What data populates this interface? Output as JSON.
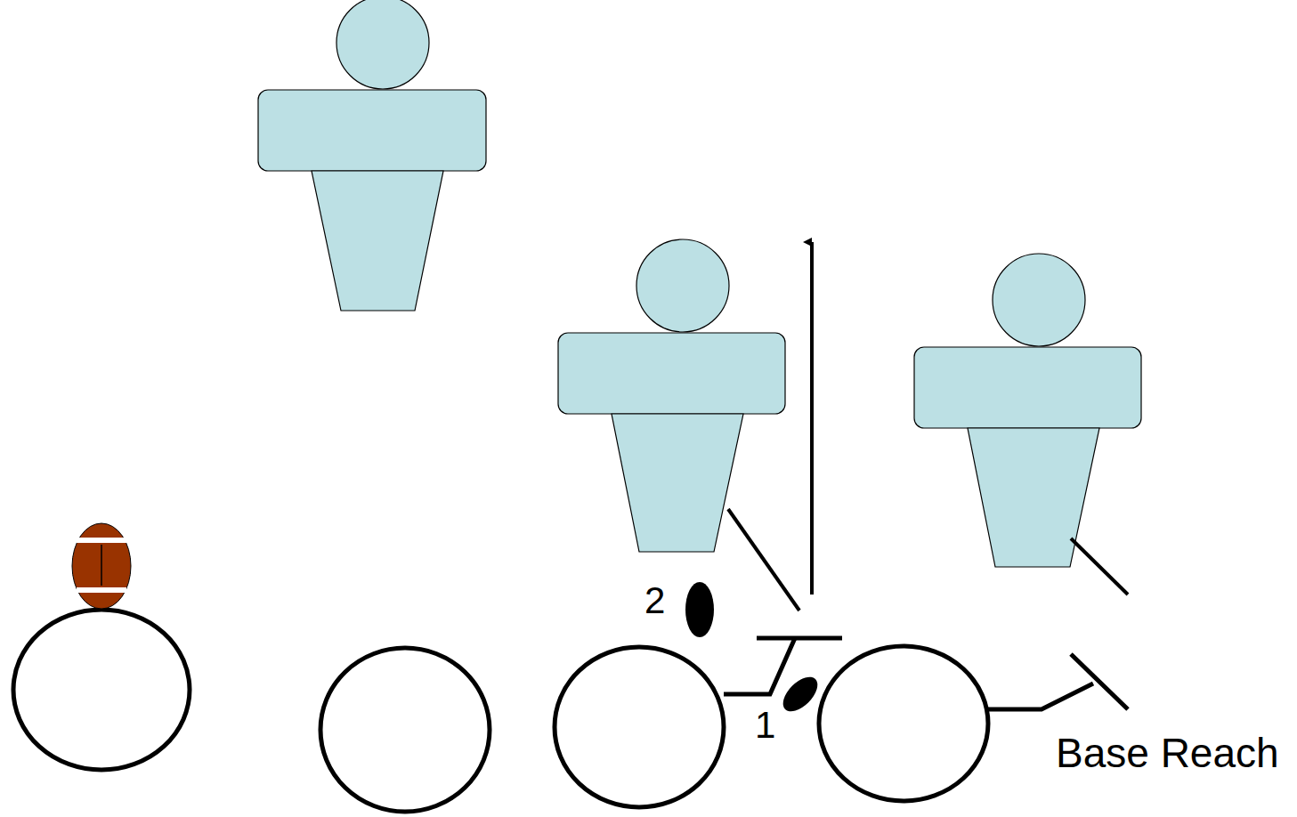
{
  "diagram": {
    "labels": [
      "2",
      "1",
      "Base Reach"
    ]
  }
}
